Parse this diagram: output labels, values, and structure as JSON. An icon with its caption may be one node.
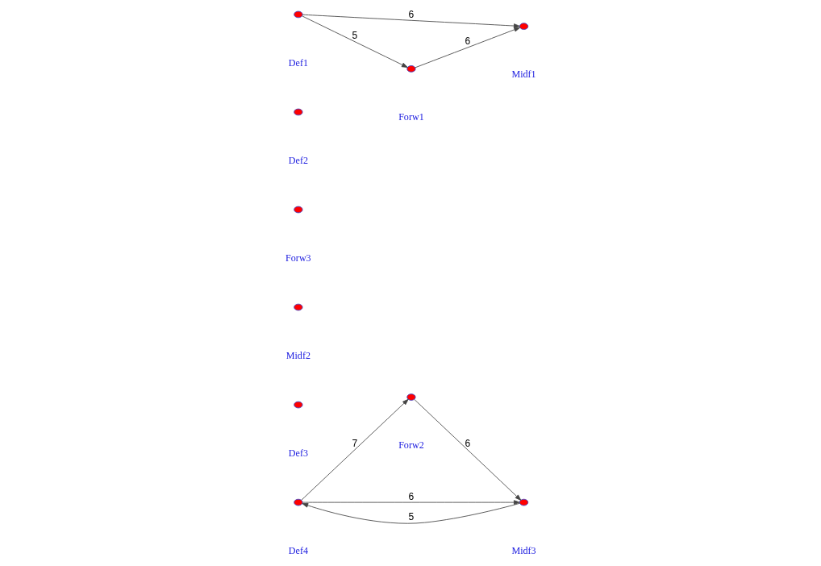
{
  "diagram": {
    "nodes": [
      {
        "text": [],
        "shape": "circle",
        "beside": [
          "Def4"
        ]
      },
      {
        "text": [],
        "shape": "circle",
        "beside": [
          "Def3"
        ]
      },
      {
        "text": [],
        "shape": "circle",
        "beside": [
          "Forw2"
        ]
      },
      {
        "text": [],
        "shape": "circle",
        "beside": [
          "Midf3"
        ]
      },
      {
        "text": [],
        "shape": "circle",
        "beside": [
          "Midf2"
        ]
      },
      {
        "text": [],
        "shape": "circle",
        "beside": [
          "Forw3"
        ]
      },
      {
        "text": [],
        "shape": "circle",
        "beside": [
          "Def2"
        ]
      },
      {
        "text": [],
        "shape": "circle",
        "beside": [
          "Midf1"
        ]
      },
      {
        "text": [],
        "shape": "circle",
        "beside": [
          "Forw1"
        ]
      },
      {
        "text": [],
        "shape": "circle",
        "beside": [
          "Def1"
        ]
      }
    ],
    "edges": [
      {
        "from": 0,
        "to": 2,
        "arrow": "to",
        "label": "7"
      },
      {
        "from": 0,
        "to": 3,
        "arrow": "to",
        "label": "6"
      },
      {
        "from": 3,
        "to": 0,
        "arrow": "to",
        "label": "5"
      },
      {
        "from": 2,
        "to": 3,
        "arrow": "to",
        "label": "6"
      },
      {
        "from": 9,
        "to": 7,
        "arrow": "to",
        "label": "6"
      },
      {
        "from": 8,
        "to": 7,
        "arrow": "to",
        "label": "6"
      },
      {
        "from": 9,
        "to": 8,
        "arrow": "to",
        "label": "5"
      }
    ]
  }
}
